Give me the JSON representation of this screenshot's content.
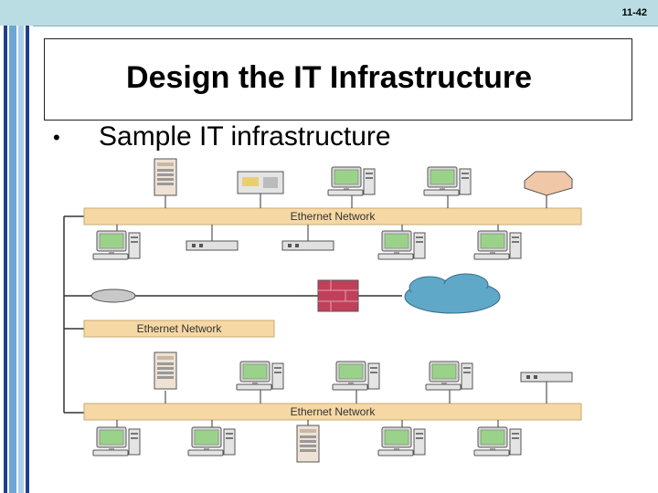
{
  "slide_number": "11-42",
  "title": "Design the IT Infrastructure",
  "bullet": "Sample IT infrastructure",
  "colors": {
    "topbar": "#b9dde3",
    "network_bar": "#f6d8a4",
    "firewall": "#c0405a",
    "cloud": "#5fa8c8"
  },
  "networks": [
    {
      "label": "Ethernet Network"
    },
    {
      "label": "Ethernet Network"
    },
    {
      "label": "Ethernet Network"
    }
  ]
}
